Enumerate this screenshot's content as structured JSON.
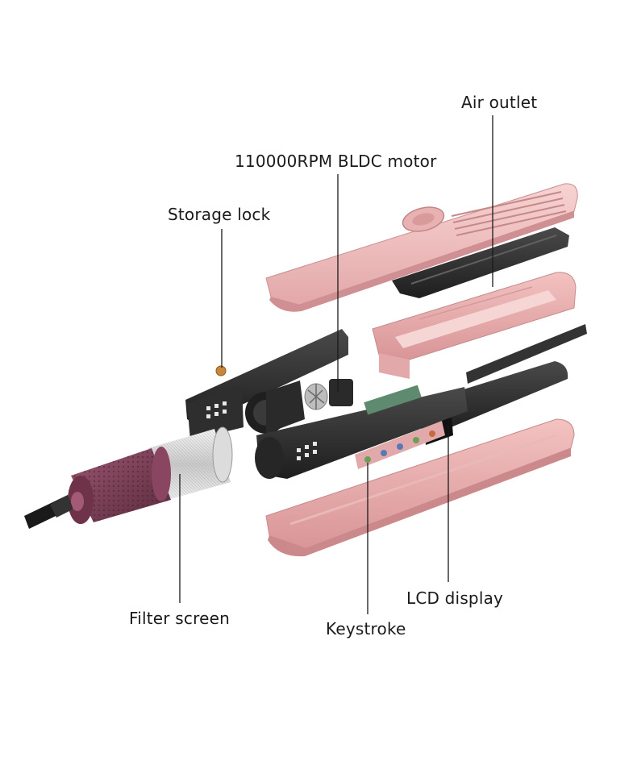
{
  "labels": {
    "air_outlet": "Air outlet",
    "motor": "110000RPM BLDC motor",
    "storage_lock": "Storage lock",
    "filter_screen": "Filter screen",
    "keystroke": "Keystroke",
    "lcd_display": "LCD display"
  },
  "colors": {
    "shell_pink": "#f0bcbc",
    "shell_pink_dark": "#d99a9c",
    "frame_black": "#2a2a2a",
    "filter_cap": "#7a3c52",
    "filter_mesh": "#d8d8d8",
    "leader_line": "#1a1a1a",
    "lock_accent": "#c8873a"
  },
  "icons": [
    "air-outlet-vents",
    "bldc-motor",
    "filter-mesh",
    "keystroke-buttons",
    "lcd-panel"
  ]
}
